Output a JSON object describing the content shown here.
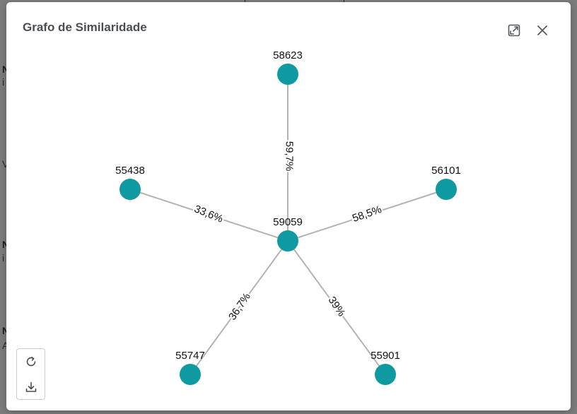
{
  "backdrop": {
    "fragments": [
      "N",
      "i",
      "V",
      "N",
      "i",
      "N",
      "A"
    ]
  },
  "dialog": {
    "title": "Grafo de Similaridade",
    "expand_icon": "expand-icon",
    "close_icon": "close-icon"
  },
  "graph": {
    "center": "59059",
    "nodes": [
      "59059",
      "58623",
      "55438",
      "56101",
      "55747",
      "55901"
    ],
    "edges": [
      {
        "from": "59059",
        "to": "58623",
        "label": "59,7%"
      },
      {
        "from": "59059",
        "to": "55438",
        "label": "33,6%"
      },
      {
        "from": "59059",
        "to": "56101",
        "label": "58,5%"
      },
      {
        "from": "59059",
        "to": "55747",
        "label": "36,7%"
      },
      {
        "from": "59059",
        "to": "55901",
        "label": "39%"
      }
    ],
    "colors": {
      "node": "#0e9aa0",
      "edge": "#b3b3b3"
    }
  },
  "toolbar": {
    "buttons": [
      "refresh-icon",
      "download-icon"
    ]
  }
}
